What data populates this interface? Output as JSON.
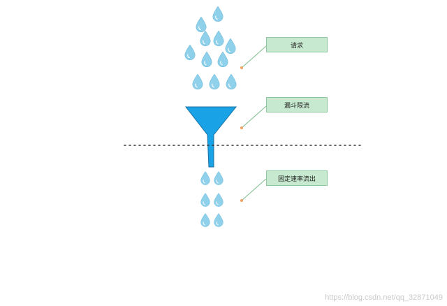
{
  "labels": {
    "requests": "请求",
    "funnel": "漏斗限流",
    "fixed_rate": "固定速率流出"
  },
  "watermark": "https://blog.csdn.net/qq_32871049",
  "colors": {
    "drop": "#8fd0ea",
    "drop_stroke": "#6bb8d8",
    "funnel": "#19a3e6",
    "funnel_stroke": "#1a6fa3",
    "callout_bg": "#c6e9cf",
    "callout_border": "#8fc79f",
    "leader": "#7bbf8c",
    "leader_dot": "#f0a060",
    "divider": "#333333"
  },
  "icons": [
    "water-drop-icon",
    "funnel-icon"
  ]
}
